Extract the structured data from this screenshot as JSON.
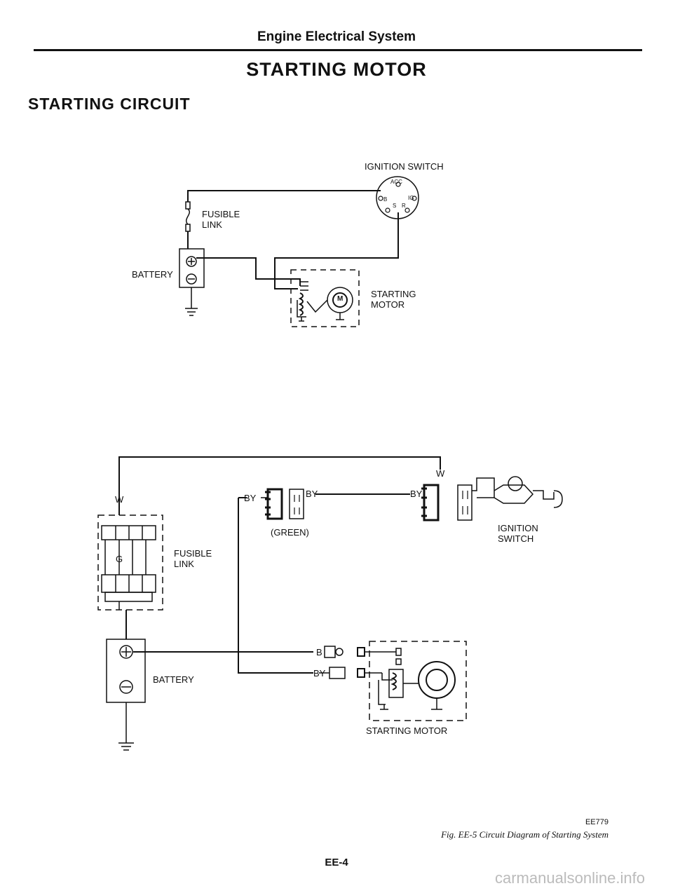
{
  "header": {
    "section_name": "Engine Electrical System",
    "page_title": "STARTING MOTOR",
    "subsection": "STARTING CIRCUIT"
  },
  "diagram_top": {
    "ignition_switch": "IGNITION SWITCH",
    "switch_terminals": {
      "acc": "ACC",
      "b": "B",
      "ig": "IG",
      "s": "S",
      "r": "R"
    },
    "fusible_link": [
      "FUSIBLE",
      "LINK"
    ],
    "battery": "BATTERY",
    "starting_motor": [
      "STARTING",
      "MOTOR"
    ],
    "motor_symbol": "M"
  },
  "diagram_bottom": {
    "w_left": "W",
    "w_right": "W",
    "fusible_link": [
      "FUSIBLE",
      "LINK"
    ],
    "fuse_letter": "G",
    "battery": "BATTERY",
    "wire_by_1": "BY",
    "wire_by_2": "BY",
    "wire_by_3": "BY",
    "connector_color": "(GREEN)",
    "ignition_switch": [
      "IGNITION",
      "SWITCH"
    ],
    "wire_b": "B",
    "wire_by_4": "BY",
    "starting_motor": "STARTING MOTOR"
  },
  "footer": {
    "figure_code": "EE779",
    "caption": "Fig. EE-5 Circuit Diagram of Starting System",
    "page_number": "EE-4",
    "watermark": "carmanualsonline.info"
  }
}
